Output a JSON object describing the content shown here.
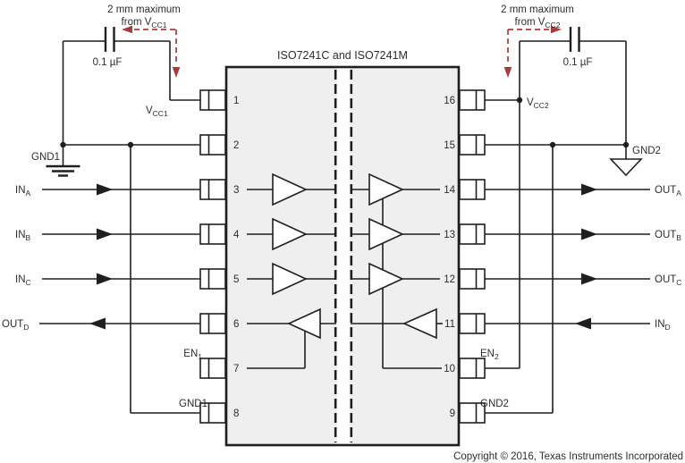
{
  "title": "ISO7241C and ISO7241M",
  "copyright": "Copyright © 2016, Texas Instruments Incorporated",
  "annotation_left": {
    "line1": "2 mm maximum",
    "from": "from V",
    "from_sub": "CC1"
  },
  "annotation_right": {
    "line1": "2 mm maximum",
    "from": "from V",
    "from_sub": "CC2"
  },
  "capacitor_left": {
    "value": "0.1 µF"
  },
  "capacitor_right": {
    "value": "0.1 µF"
  },
  "labels": {
    "vcc1": {
      "base": "V",
      "sub": "CC1"
    },
    "vcc2": {
      "base": "V",
      "sub": "CC2"
    },
    "gnd1_top": "GND1",
    "gnd2_top": "GND2",
    "gnd1_bottom": "GND1",
    "gnd2_bottom": "GND2",
    "en1": {
      "base": "EN",
      "sub": "1"
    },
    "en2": {
      "base": "EN",
      "sub": "2"
    },
    "in_a": {
      "base": "IN",
      "sub": "A"
    },
    "in_b": {
      "base": "IN",
      "sub": "B"
    },
    "in_c": {
      "base": "IN",
      "sub": "C"
    },
    "in_d": {
      "base": "IN",
      "sub": "D"
    },
    "out_a": {
      "base": "OUT",
      "sub": "A"
    },
    "out_b": {
      "base": "OUT",
      "sub": "B"
    },
    "out_c": {
      "base": "OUT",
      "sub": "C"
    },
    "out_d": {
      "base": "OUT",
      "sub": "D"
    }
  },
  "pins_left": [
    "1",
    "2",
    "3",
    "4",
    "5",
    "6",
    "7",
    "8"
  ],
  "pins_right": [
    "16",
    "15",
    "14",
    "13",
    "12",
    "11",
    "10",
    "9"
  ],
  "colors": {
    "wire": "#1f1f1f",
    "ic_fill": "#efefef",
    "annotation_red": "#a33e3e",
    "text": "#2d2d2d"
  }
}
